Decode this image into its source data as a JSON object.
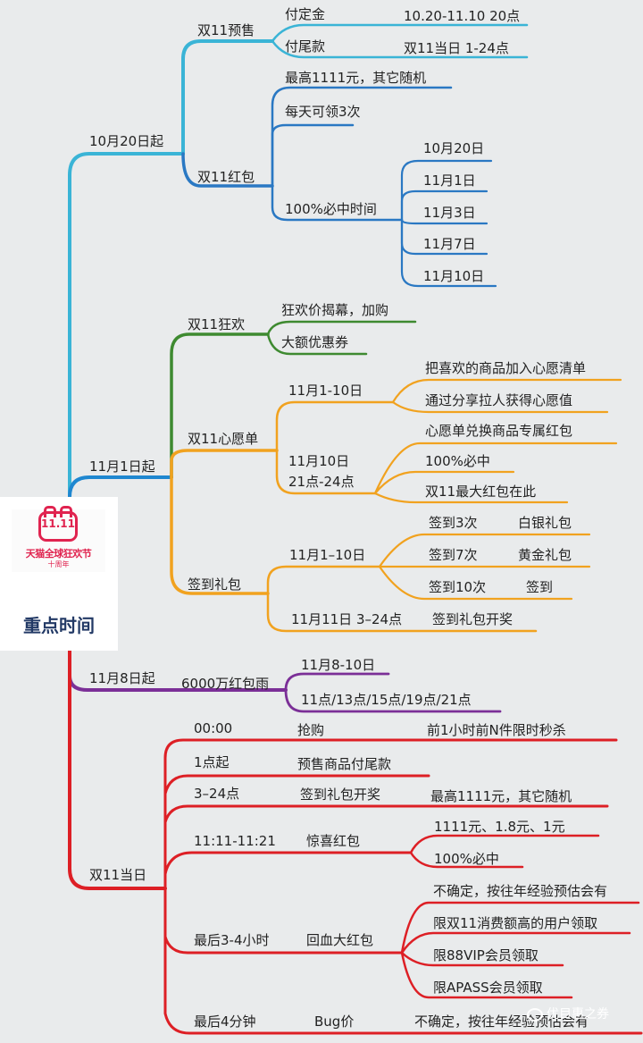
{
  "root": {
    "title": "重点时间",
    "logo": {
      "number": "11.11",
      "text": "天猫全球狂欢节",
      "subtext": "十周年"
    }
  },
  "colors": {
    "cyan": "#3ab4d6",
    "blue": "#2a78c3",
    "green": "#3e8a30",
    "orange": "#f1a21f",
    "blue2": "#1f87d0",
    "purple": "#7b2f97",
    "red": "#dd1f25",
    "background": "#e9ebec"
  },
  "branches": {
    "b1": {
      "label": "10月20日起",
      "presale": {
        "label": "双11预售",
        "deposit": "付定金",
        "deposit_time": "10.20-11.10 20点",
        "balance": "付尾款",
        "balance_time": "双11当日 1-24点"
      },
      "redpack": {
        "label": "双11红包",
        "max": "最高1111元，其它随机",
        "daily": "每天可领3次",
        "sure": "100%必中时间",
        "dates": [
          "10月20日",
          "11月1日",
          "11月3日",
          "11月7日",
          "11月10日"
        ]
      }
    },
    "b2": {
      "label": "11月1日起",
      "carnival": {
        "label": "双11狂欢",
        "items": [
          "狂欢价揭幕，加购",
          "大额优惠券"
        ]
      },
      "wishlist": {
        "label": "双11心愿单",
        "period1": "11月1-10日",
        "p1_items": [
          "把喜欢的商品加入心愿清单",
          "通过分享拉人获得心愿值"
        ],
        "period2_line1": "11月10日",
        "period2_line2": "21点-24点",
        "p2_items": [
          "心愿单兑换商品专属红包",
          "100%必中",
          "双11最大红包在此"
        ]
      },
      "checkin": {
        "label": "签到礼包",
        "period1": "11月1–10日",
        "days": [
          "签到3次",
          "签到7次",
          "签到10次"
        ],
        "rewards": [
          "白银礼包",
          "黄金礼包",
          "签到"
        ],
        "period2": "11月11日  3–24点",
        "lottery": "签到礼包开奖"
      }
    },
    "b3": {
      "label": "11月8日起",
      "rain": "6000万红包雨",
      "dates": "11月8-10日",
      "times": "11点/13点/15点/19点/21点"
    },
    "b4": {
      "label": "双11当日",
      "rows": [
        {
          "time": "00:00",
          "event": "抢购",
          "detail": "前1小时前N件限时秒杀"
        },
        {
          "time": "1点起",
          "event": "预售商品付尾款"
        },
        {
          "time": "3–24点",
          "event": "签到礼包开奖",
          "detail": "最高1111元，其它随机"
        },
        {
          "time": "11:11-11:21",
          "event": "惊喜红包",
          "details": [
            "1111元、1.8元、1元",
            "100%必中"
          ]
        },
        {
          "time": "最后3-4小时",
          "event": "回血大红包",
          "details": [
            "不确定，按往年经验预估会有",
            "限双11消费额高的用户领取",
            "限88VIP会员领取",
            "限APASS会员领取"
          ]
        },
        {
          "time": "最后4分钟",
          "event": "Bug价",
          "detail": "不确定，按往年经验预估会有"
        }
      ]
    }
  },
  "watermark": "优目惠之券"
}
